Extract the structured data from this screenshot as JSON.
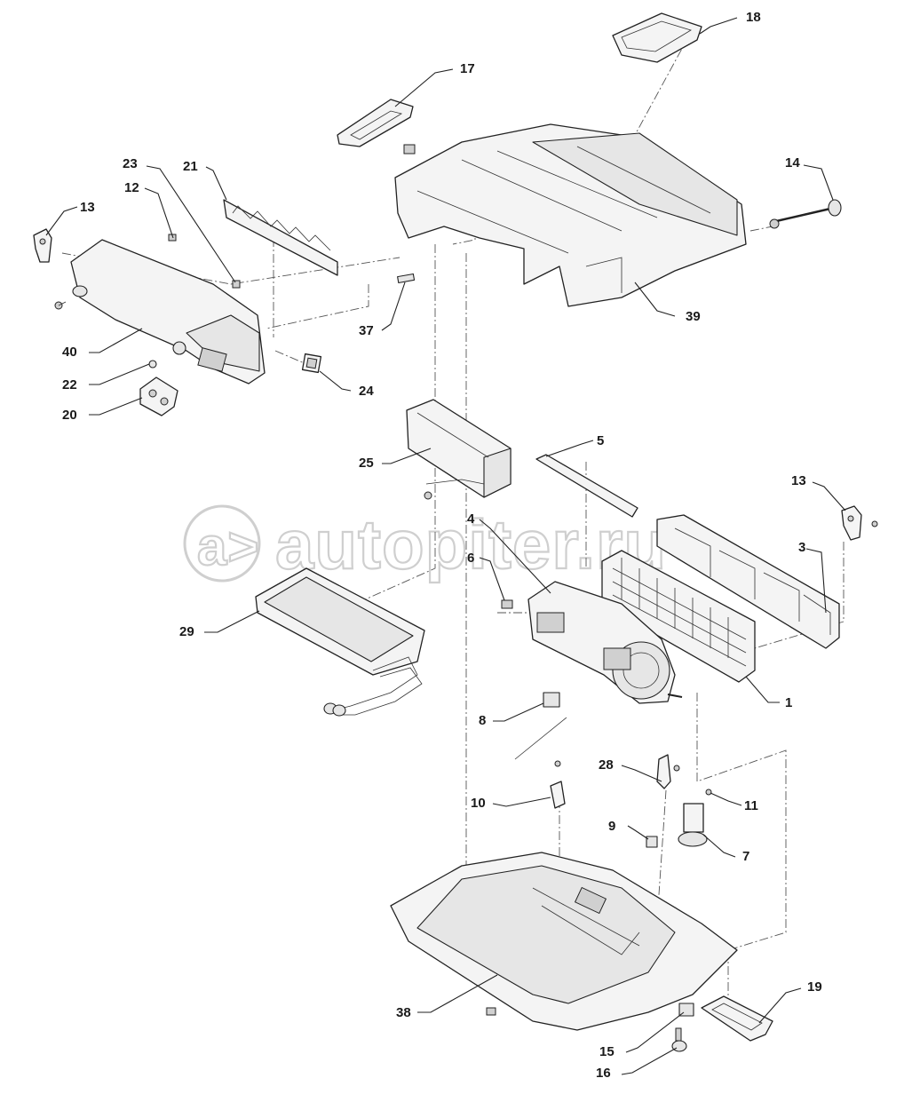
{
  "watermark": "autopiter.ru",
  "callouts": [
    {
      "id": "c18",
      "label": "18"
    },
    {
      "id": "c17",
      "label": "17"
    },
    {
      "id": "c14",
      "label": "14"
    },
    {
      "id": "c23",
      "label": "23"
    },
    {
      "id": "c21",
      "label": "21"
    },
    {
      "id": "c12",
      "label": "12"
    },
    {
      "id": "c13a",
      "label": "13"
    },
    {
      "id": "c37",
      "label": "37"
    },
    {
      "id": "c39",
      "label": "39"
    },
    {
      "id": "c40",
      "label": "40"
    },
    {
      "id": "c22",
      "label": "22"
    },
    {
      "id": "c24",
      "label": "24"
    },
    {
      "id": "c20",
      "label": "20"
    },
    {
      "id": "c25",
      "label": "25"
    },
    {
      "id": "c5",
      "label": "5"
    },
    {
      "id": "c13b",
      "label": "13"
    },
    {
      "id": "c4",
      "label": "4"
    },
    {
      "id": "c3",
      "label": "3"
    },
    {
      "id": "c6",
      "label": "6"
    },
    {
      "id": "c29",
      "label": "29"
    },
    {
      "id": "c1",
      "label": "1"
    },
    {
      "id": "c8",
      "label": "8"
    },
    {
      "id": "c28",
      "label": "28"
    },
    {
      "id": "c10",
      "label": "10"
    },
    {
      "id": "c11",
      "label": "11"
    },
    {
      "id": "c9",
      "label": "9"
    },
    {
      "id": "c7",
      "label": "7"
    },
    {
      "id": "c38",
      "label": "38"
    },
    {
      "id": "c19",
      "label": "19"
    },
    {
      "id": "c15",
      "label": "15"
    },
    {
      "id": "c16",
      "label": "16"
    }
  ]
}
